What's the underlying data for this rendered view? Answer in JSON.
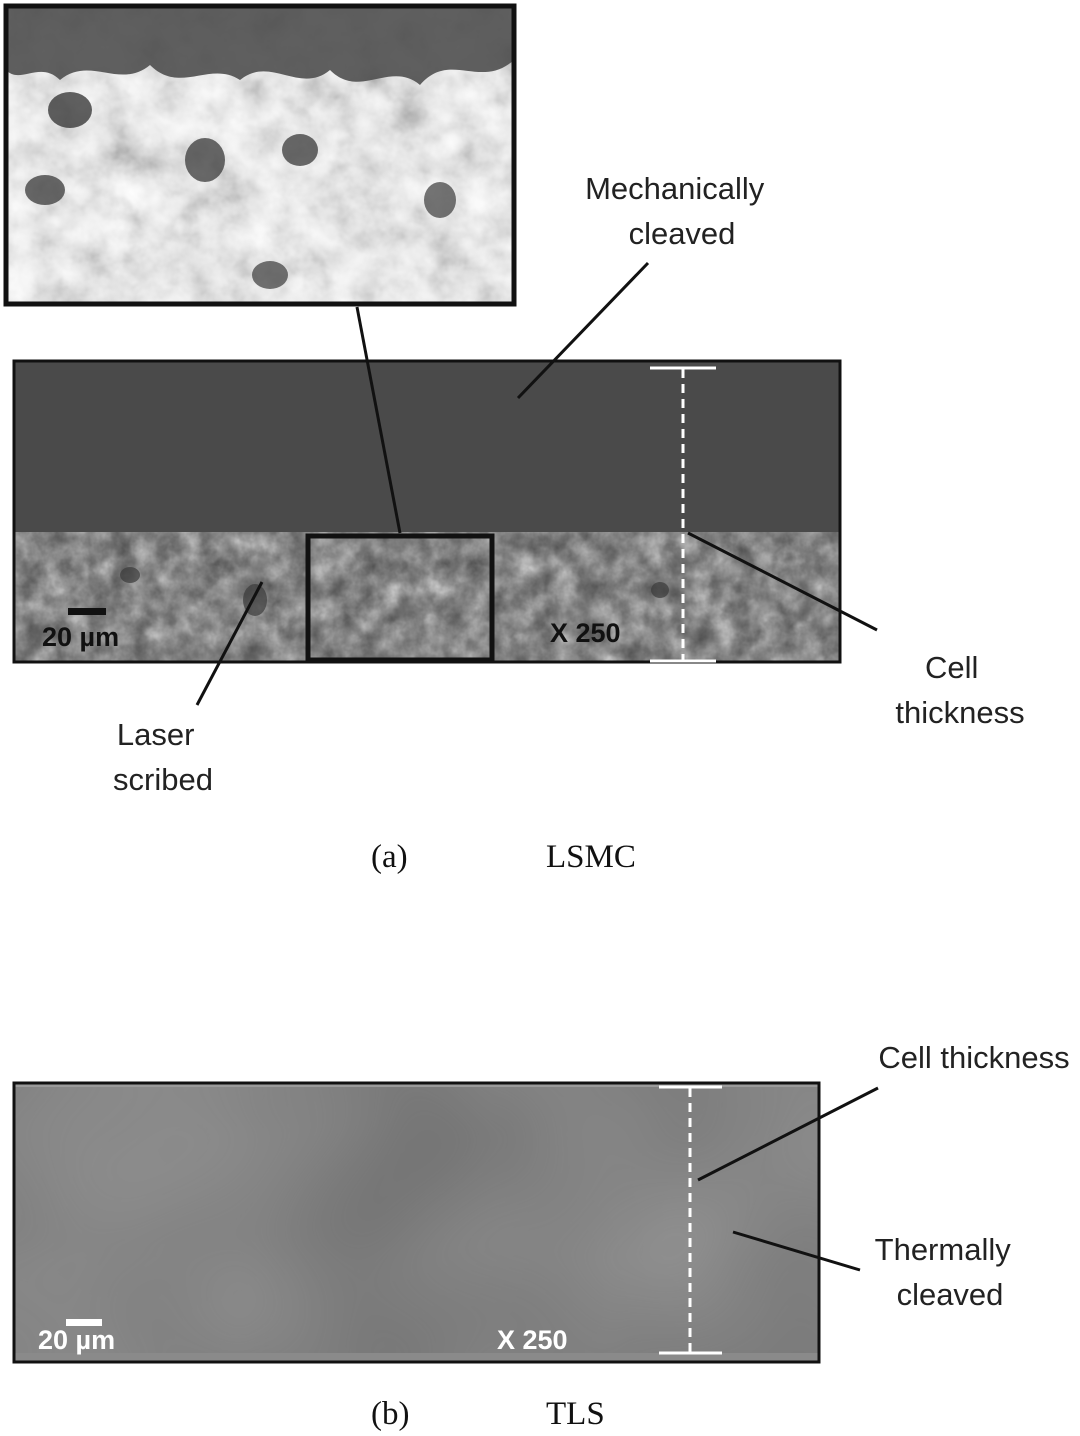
{
  "panel_a": {
    "callout_mechanical": [
      "Mechanically",
      "cleaved"
    ],
    "callout_laser": [
      "Laser",
      "scribed"
    ],
    "callout_thickness": [
      "Cell",
      "thickness"
    ],
    "scale_bar": "20 µm",
    "magnification": "X 250",
    "caption_letter": "(a)",
    "caption_label": "LSMC"
  },
  "panel_b": {
    "callout_thickness": "Cell thickness",
    "callout_thermal": [
      "Thermally",
      "cleaved"
    ],
    "scale_bar": "20 µm",
    "magnification": "X 250",
    "caption_letter": "(b)",
    "caption_label": "TLS"
  },
  "colors": {
    "sem_dark_a": "#4a4a4a",
    "sem_gray_b": "#6e6e6e",
    "frame": "#111111",
    "leader": "#111111"
  }
}
